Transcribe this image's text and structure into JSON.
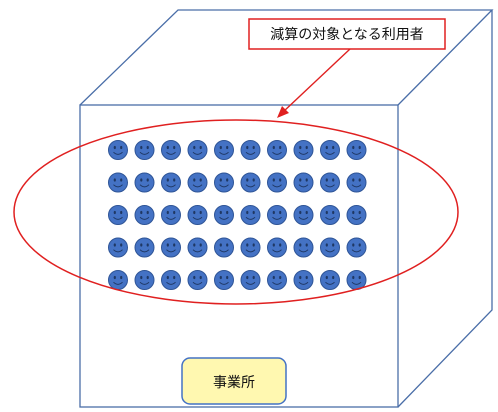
{
  "callout": {
    "label": "減算の対象となる利用者",
    "border_color": "#e02020"
  },
  "office": {
    "label": "事業所",
    "fill_color": "#fff8b0",
    "border_color": "#4472c4"
  },
  "users": {
    "rows": 5,
    "columns": 10,
    "icon": "smiley-face-icon",
    "fill_color": "#4472c4",
    "outline_color": "#2f5597"
  },
  "highlight": {
    "ellipse_color": "#e02020",
    "arrow_color": "#e02020"
  },
  "cube": {
    "line_color": "#4a6ea8"
  }
}
